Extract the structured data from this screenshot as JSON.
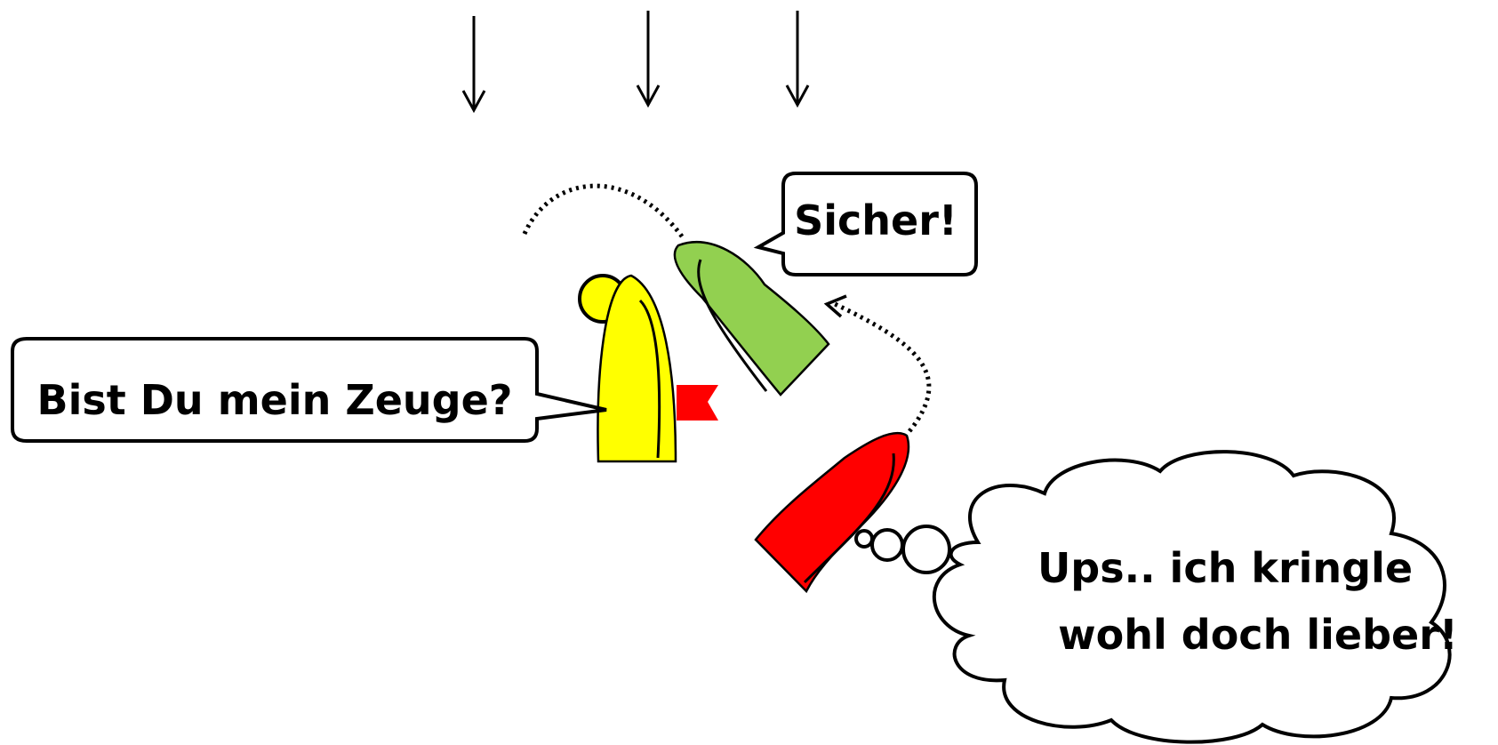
{
  "speech": {
    "yellow_boat": "Bist Du mein Zeuge?",
    "green_boat": "Sicher!"
  },
  "thought": {
    "red_boat_line1": "Ups.. ich kringle",
    "red_boat_line2": "wohl doch lieber!"
  },
  "colors": {
    "yellow_boat": "#ffff00",
    "green_boat": "#92d050",
    "red_boat": "#ff0000",
    "flag": "#ff0000",
    "outline": "#000000"
  }
}
